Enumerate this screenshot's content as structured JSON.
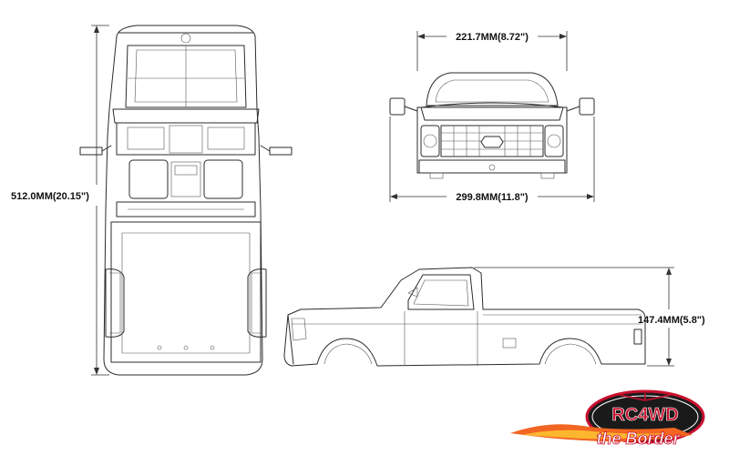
{
  "dimensions": {
    "length_label": "512.0MM(20.15\")",
    "top_width_label": "221.7MM(8.72\")",
    "front_width_label": "299.8MM(11.8\")",
    "height_label": "147.4MM(5.8\")"
  },
  "logo": {
    "brand_text": "RC4WD",
    "tagline_text": "the Border",
    "colors": {
      "red": "#c8102e",
      "orange": "#f26522",
      "dark": "#1a1a1a"
    }
  },
  "colors": {
    "line": "#2b2b2b",
    "background": "#ffffff"
  }
}
